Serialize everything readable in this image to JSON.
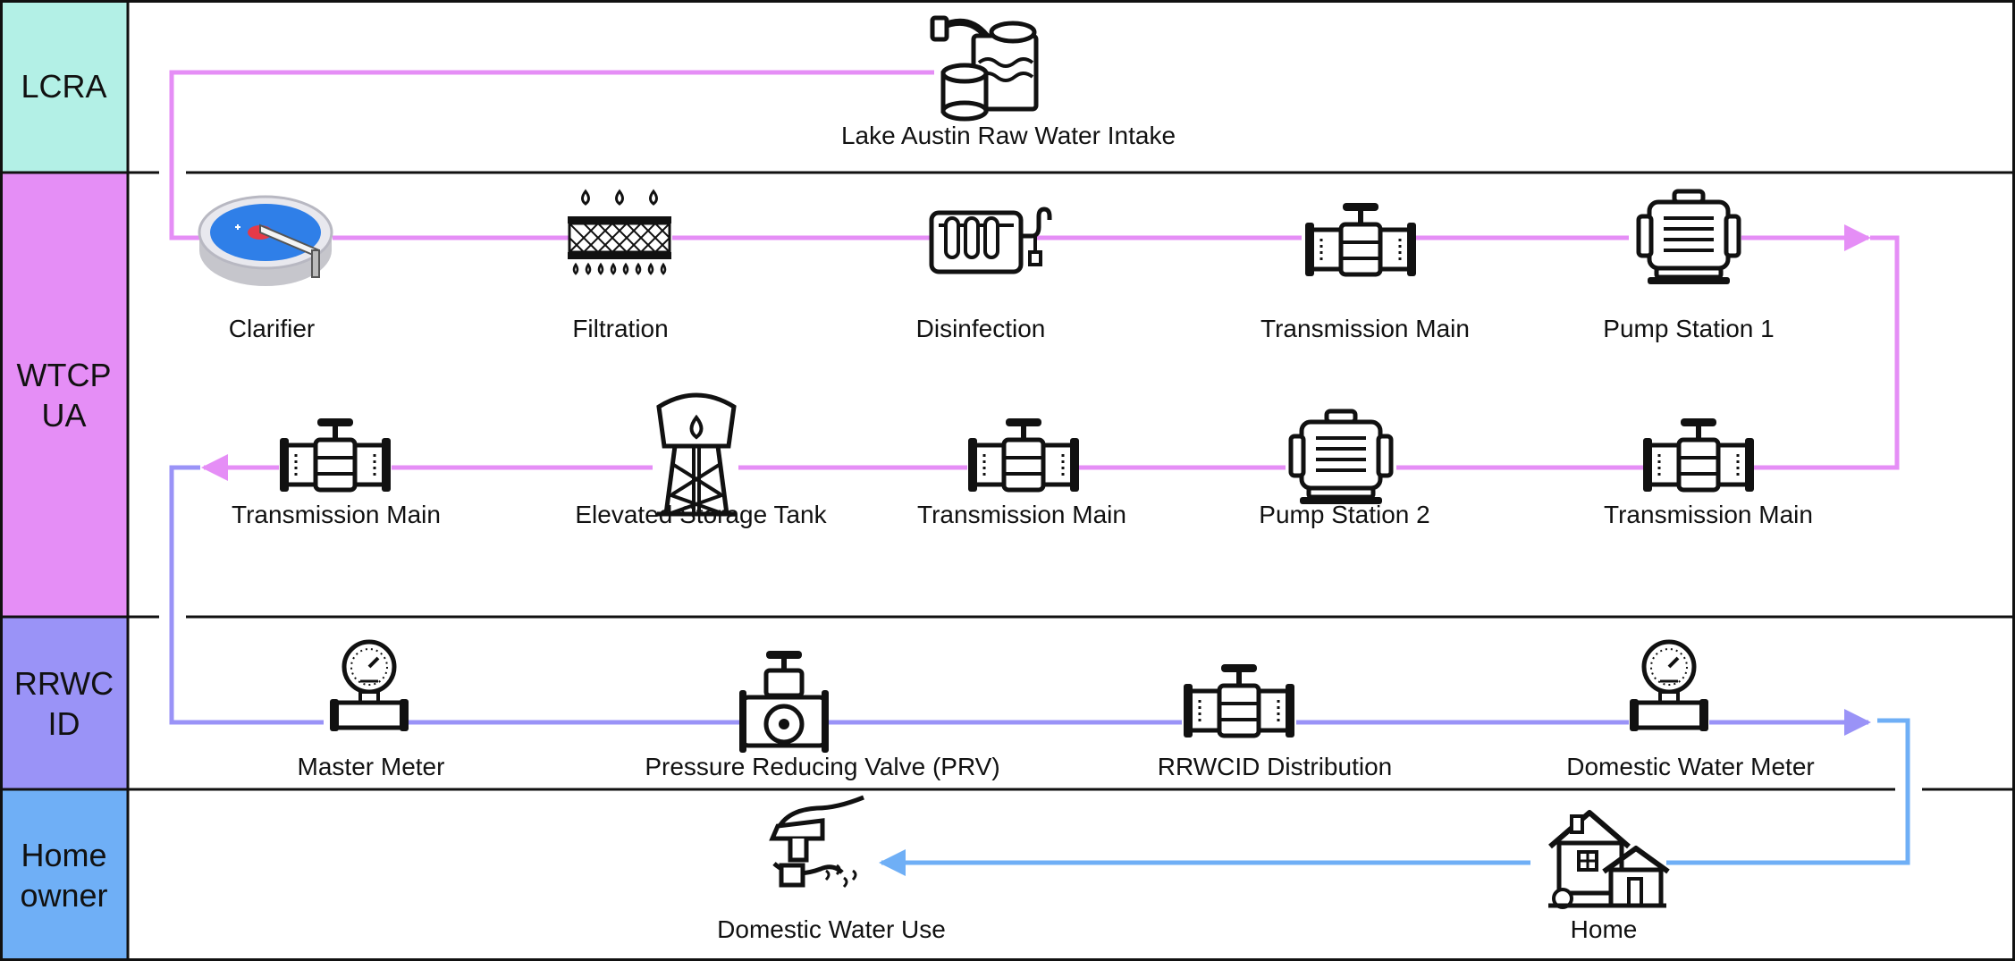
{
  "lanes": [
    {
      "id": "lcra",
      "label": "LCRA",
      "color": "#b3f0e6"
    },
    {
      "id": "wtcpua",
      "label": "WTCP\nUA",
      "color": "#e58ef6"
    },
    {
      "id": "rrwcid",
      "label": "RRWC\nID",
      "color": "#9a93f7"
    },
    {
      "id": "homeowner",
      "label": "Home\nowner",
      "color": "#6faff6"
    }
  ],
  "nodes": {
    "intake": {
      "label": "Lake Austin Raw Water Intake",
      "icon": "water-intake-icon"
    },
    "clarifier": {
      "label": "Clarifier",
      "icon": "clarifier-tank-icon"
    },
    "filtration": {
      "label": "Filtration",
      "icon": "filter-icon"
    },
    "disinfection": {
      "label": "Disinfection",
      "icon": "disinfection-icon"
    },
    "tm1": {
      "label": "Transmission Main",
      "icon": "valve-pipe-icon"
    },
    "pump1": {
      "label": "Pump Station 1",
      "icon": "pump-icon"
    },
    "tm2": {
      "label": "Transmission Main",
      "icon": "valve-pipe-icon"
    },
    "pump2": {
      "label": "Pump Station 2",
      "icon": "pump-icon"
    },
    "tm3": {
      "label": "Transmission Main",
      "icon": "valve-pipe-icon"
    },
    "tank": {
      "label": "Elevated Storage Tank",
      "icon": "water-tower-icon"
    },
    "tm4": {
      "label": "Transmission Main",
      "icon": "valve-pipe-icon"
    },
    "master_meter": {
      "label": "Master Meter",
      "icon": "water-meter-icon"
    },
    "prv": {
      "label": "Pressure Reducing Valve (PRV)",
      "icon": "pressure-valve-icon"
    },
    "rrwcid_dist": {
      "label": "RRWCID Distribution",
      "icon": "valve-pipe-icon"
    },
    "dom_meter": {
      "label": "Domestic Water Meter",
      "icon": "water-meter-icon"
    },
    "home": {
      "label": "Home",
      "icon": "house-icon"
    },
    "dom_use": {
      "label": "Domestic Water Use",
      "icon": "faucet-icon"
    }
  },
  "flow_colors": {
    "treatment": "#e58ef6",
    "district": "#9a93f7",
    "home": "#6faff6"
  }
}
